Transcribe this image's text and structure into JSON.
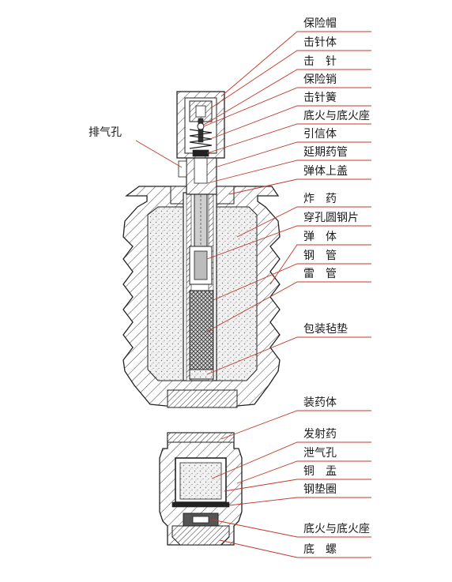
{
  "labels": {
    "exhaust_hole": "排气孔",
    "right": [
      "保险帽",
      "击针体",
      "击　针",
      "保险销",
      "击针簧",
      "底火与底火座",
      "引信体",
      "延期药管",
      "弹体上盖",
      "炸　药",
      "穿孔圆钢片",
      "弹　体",
      "钢　管",
      "雷　管",
      "包装毡垫",
      "装药体",
      "发射药",
      "泄气孔",
      "铜　盂",
      "钢垫圈",
      "底火与底火座",
      "底　螺"
    ]
  },
  "colors": {
    "leader": "#c0392b",
    "line": "#222222",
    "explosive_fill": "#eeeeee",
    "hatch": "#444444"
  }
}
